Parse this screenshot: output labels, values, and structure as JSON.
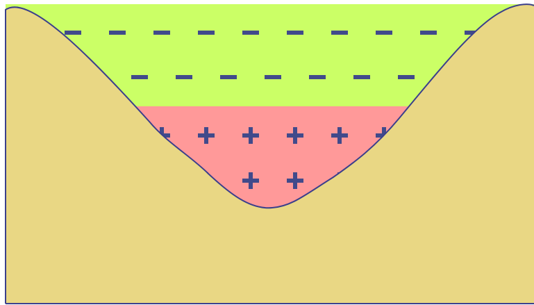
{
  "diagram": {
    "colors": {
      "ground": "#E9D784",
      "negative_layer": "#CBFF66",
      "positive_layer": "#FF9999",
      "sign_color": "#414A8B",
      "outline": "#3B3F8C"
    },
    "layers": [
      {
        "name": "upper-layer",
        "charge": "negative",
        "sign_glyph": "−",
        "rows": 2
      },
      {
        "name": "lower-layer",
        "charge": "positive",
        "sign_glyph": "+",
        "rows": 2
      }
    ]
  }
}
